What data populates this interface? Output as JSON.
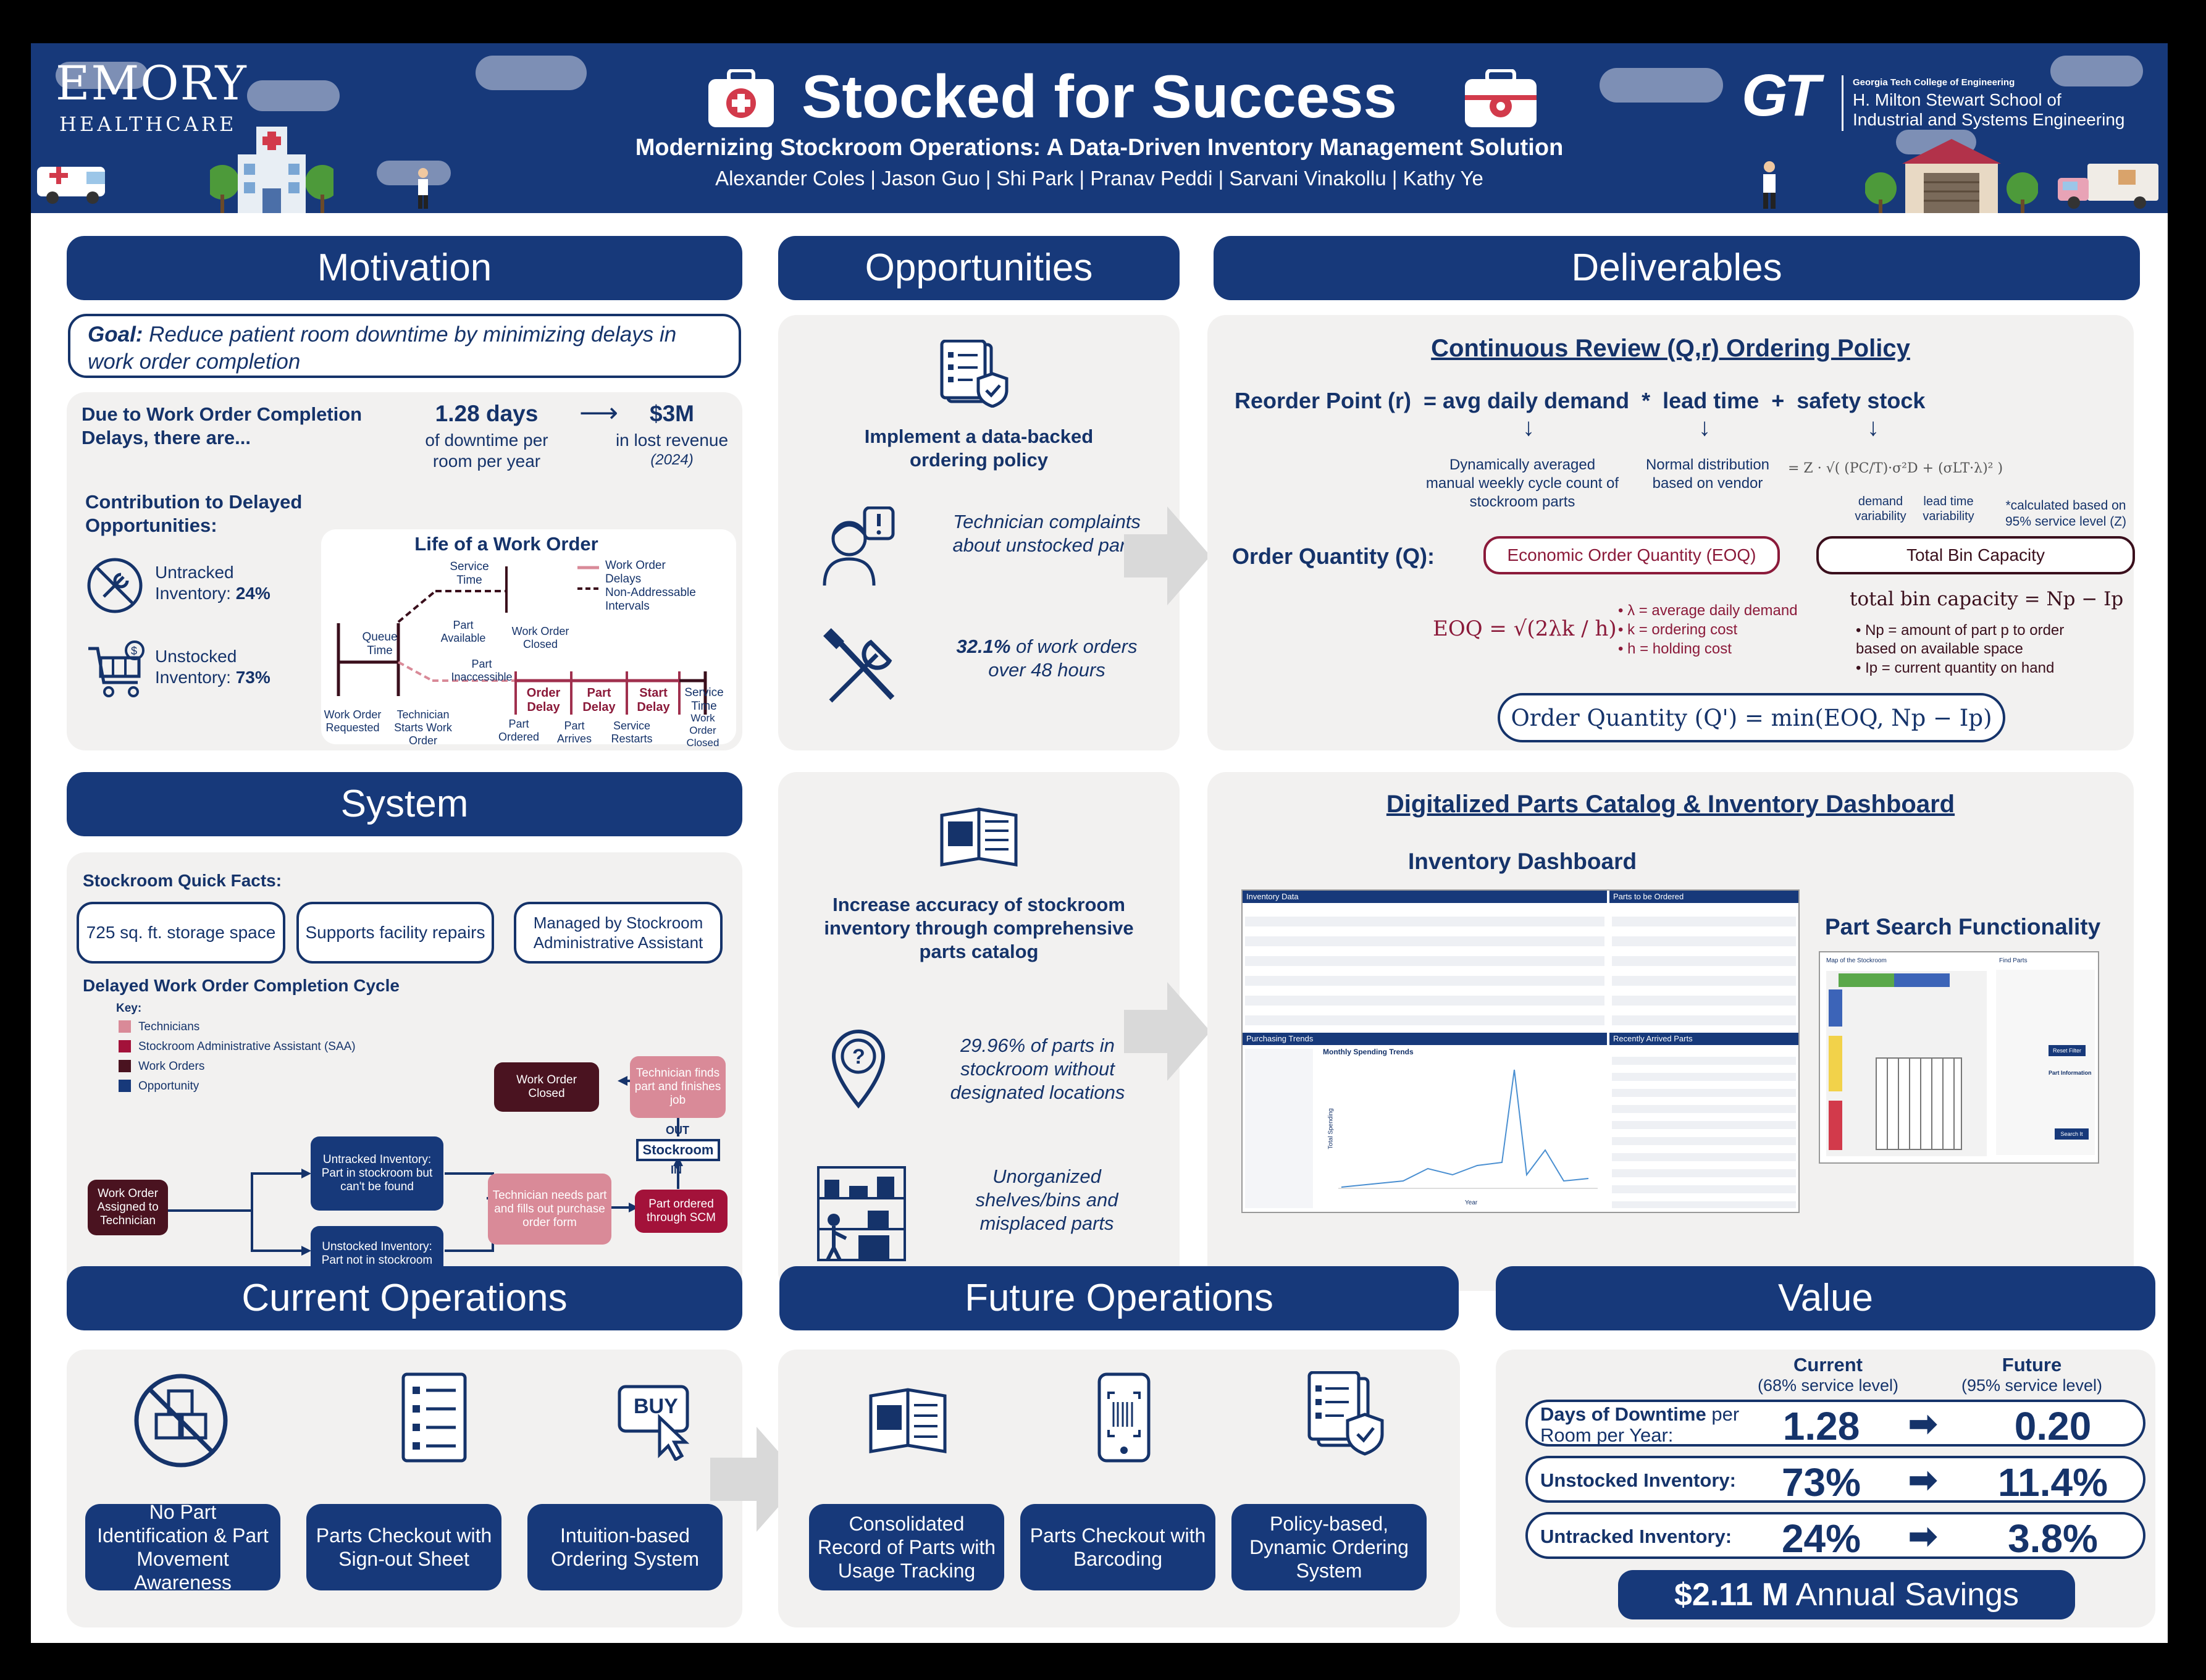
{
  "header": {
    "title": "Stocked for Success",
    "subtitle": "Modernizing Stockroom Operations: A Data-Driven Inventory Management Solution",
    "authors": "Alexander Coles | Jason Guo | Shi Park | Pranav Peddi | Sarvani Vinakollu | Kathy Ye",
    "left_logo_top": "EMORY",
    "left_logo_bottom": "HEALTHCARE",
    "right_logo_mark": "GT",
    "right_logo_small": "Georgia Tech College of Engineering",
    "right_logo_line1": "H. Milton Stewart School of",
    "right_logo_line2": "Industrial and Systems Engineering"
  },
  "motivation": {
    "heading": "Motivation",
    "goal_label": "Goal:",
    "goal_text": " Reduce patient room downtime by minimizing delays in work order completion",
    "delays_line1": "Due to Work Order Completion",
    "delays_line2": "Delays, there are...",
    "days_value": "1.28 days",
    "days_desc1": "of downtime per",
    "days_desc2": "room per year",
    "arrow": "⟶",
    "revenue_value": "$3M",
    "revenue_desc": "in lost revenue",
    "revenue_year": "(2024)",
    "contrib_line1": "Contribution to Delayed",
    "contrib_line2": "Opportunities:",
    "untracked_label": "Untracked",
    "untracked_line2": "Inventory: ",
    "untracked_pct": "24%",
    "unstocked_label": "Unstocked",
    "unstocked_line2": "Inventory: ",
    "unstocked_pct": "73%",
    "life": {
      "title": "Life of a Work Order",
      "legend_delays1": "Work Order",
      "legend_delays2": "Delays",
      "legend_nonaddr1": "Non-Addressable",
      "legend_nonaddr2": "Intervals",
      "service_time": "Service Time",
      "queue_time": "Queue Time",
      "part_available": "Part Available",
      "wo_closed": "Work Order Closed",
      "part_inaccessible": "Part Inaccessible",
      "wo_requested": "Work Order Requested",
      "tech_starts": "Technician Starts Work Order",
      "order_delay": "Order Delay",
      "part_delay": "Part Delay",
      "start_delay": "Start Delay",
      "service_time2": "Service Time",
      "part_ordered": "Part Ordered",
      "part_arrives": "Part Arrives",
      "service_restarts": "Service Restarts",
      "wo_closed2": "Work Order Closed"
    }
  },
  "opportunities": {
    "heading": "Opportunities",
    "policy": "Implement a data-backed ordering policy",
    "complaints": "Technician complaints about unstocked parts",
    "stat1_pct": "32.1%",
    "stat1_text": " of work orders over 48 hours",
    "catalog": "Increase accuracy of stockroom inventory through comprehensive parts catalog",
    "stat2": "29.96% of parts in stockroom without designated locations",
    "unorganized": "Unorganized shelves/bins and misplaced parts"
  },
  "deliverables": {
    "heading": "Deliverables",
    "policy_title": "Continuous Review (Q,r) Ordering Policy",
    "reorder": "Reorder Point (r)  = avg daily demand  *  lead time  +  safety stock",
    "demand_note": "Dynamically averaged manual weekly cycle count of stockroom parts",
    "lead_note": "Normal distribution based on vendor",
    "z_formula": "= Z · √( (PC/T)·σ²D + (σLT·λ)² )",
    "demand_var": "demand variability",
    "lead_var": "lead time variability",
    "calc_note": "*calculated based on 95% service level (Z)",
    "order_q": "Order Quantity (Q):",
    "eoq_pill": "Economic Order Quantity (EOQ)",
    "bin_pill": "Total Bin Capacity",
    "eoq_formula": "EOQ = √(2λk / h)",
    "eoq_b1": "λ = average daily demand",
    "eoq_b2": "k = ordering cost",
    "eoq_b3": "h = holding cost",
    "bin_formula": "total bin capacity = Np − Ip",
    "bin_b1": "Np = amount of part p to order based on available space",
    "bin_b2": "Ip = current quantity on hand",
    "final_formula": "Order Quantity (Q') = min(EOQ, Np − Ip)",
    "catalog_title": "Digitalized Parts Catalog  & Inventory Dashboard",
    "dashboard_title": "Inventory Dashboard",
    "search_title": "Part Search Functionality",
    "dash_inventory": "Inventory Data",
    "dash_to_order": "Parts to be Ordered",
    "dash_trends": "Purchasing Trends",
    "dash_arrived": "Recently Arrived Parts",
    "dash_chart": "Monthly Spending Trends",
    "dash_spend_axis": "Total Spending",
    "dash_year_axis": "Year",
    "search_map": "Map of the Stockroom",
    "search_find": "Find Parts",
    "search_info": "Part Information",
    "search_btn": "Search It",
    "search_filter": "Reset Filter"
  },
  "system": {
    "heading": "System",
    "facts_title": "Stockroom Quick Facts:",
    "fact1": "725 sq. ft. storage space",
    "fact2": "Supports facility repairs",
    "fact3": "Managed by Stockroom Administrative Assistant",
    "cycle_title": "Delayed Work Order Completion Cycle",
    "key_title": "Key:",
    "key": [
      "Technicians",
      "Stockroom Administrative Assistant (SAA)",
      "Work Orders",
      "Opportunity"
    ],
    "wo_assigned": "Work Order Assigned to Technician",
    "untracked_box": "Untracked Inventory: Part in stockroom but can't be found",
    "unstocked_box": "Unstocked Inventory: Part not in stockroom",
    "tech_po": "Technician needs part and fills out purchase order form",
    "wo_closed": "Work Order Closed",
    "tech_finds": "Technician finds part and finishes job",
    "out": "OUT",
    "stockroom": "Stockroom",
    "in": "IN",
    "part_ordered": "Part ordered through SCM"
  },
  "current": {
    "heading": "Current Operations",
    "items": [
      "No Part Identification & Part Movement Awareness",
      "Parts Checkout with Sign-out Sheet",
      "Intuition-based Ordering System"
    ],
    "buy": "BUY"
  },
  "future": {
    "heading": "Future Operations",
    "items": [
      "Consolidated Record of Parts with Usage Tracking",
      "Parts Checkout with Barcoding",
      "Policy-based, Dynamic Ordering System"
    ]
  },
  "value": {
    "heading": "Value",
    "current_label": "Current",
    "current_sub": "(68% service level)",
    "future_label": "Future",
    "future_sub": "(95% service level)",
    "rows": [
      {
        "label_bold": "Days of Downtime",
        "label_rest": " per",
        "label_line2": "Room per Year:",
        "current": "1.28",
        "future": "0.20"
      },
      {
        "label_bold": "Unstocked Inventory:",
        "label_rest": "",
        "label_line2": "",
        "current": "73%",
        "future": "11.4%"
      },
      {
        "label_bold": "Untracked Inventory:",
        "label_rest": "",
        "label_line2": "",
        "current": "24%",
        "future": "3.8%"
      }
    ],
    "savings_bold": "$2.11 M",
    "savings_rest": " Annual Savings"
  },
  "colors": {
    "navy": "#17397a",
    "maroon": "#8b1a3a",
    "pink": "#d98a98",
    "dark": "#4a1320",
    "panel": "#f2f1f0"
  }
}
